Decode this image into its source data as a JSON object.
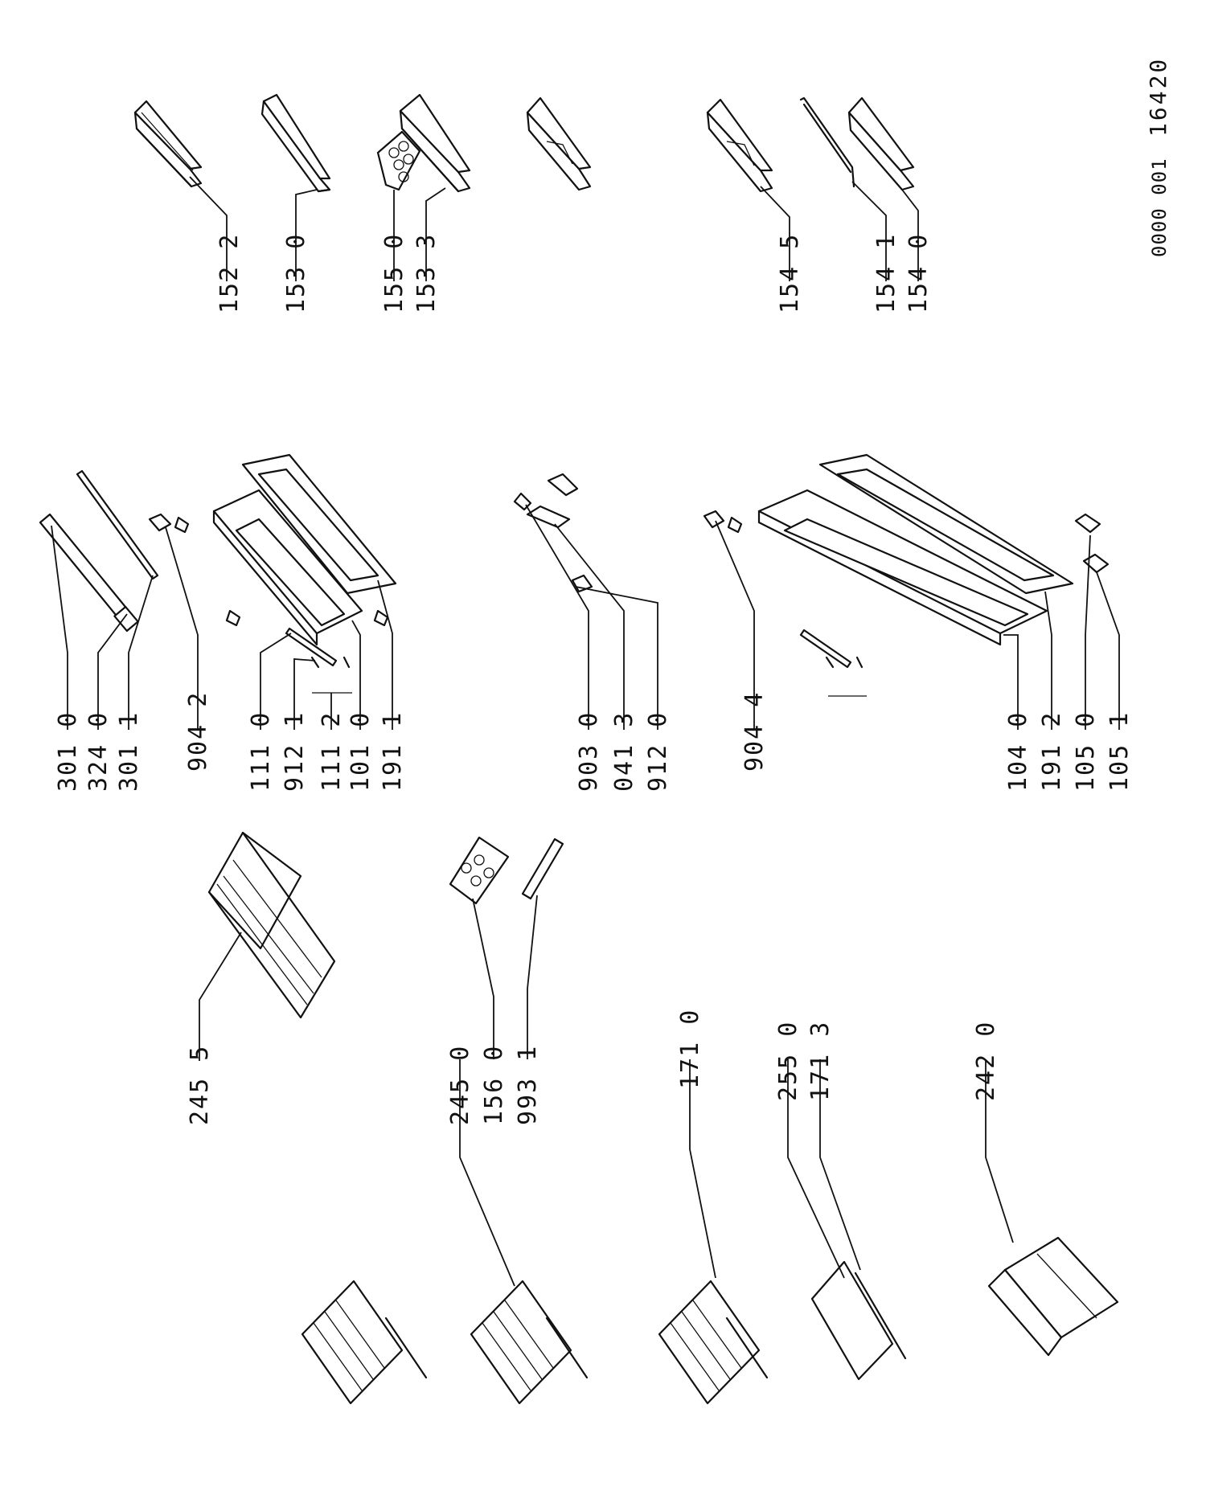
{
  "drawing_ref": {
    "prefix": "0000 001",
    "number": "16420"
  },
  "labels": [
    "152 2",
    "153 0",
    "155 0",
    "153 3",
    "154 5",
    "154 1",
    "154 0",
    "301 0",
    "324 0",
    "301 1",
    "904 2",
    "111 0",
    "912 1",
    "111 2",
    "101 0",
    "191 1",
    "903 0",
    "041 3",
    "912 0",
    "904 4",
    "104 0",
    "191 2",
    "105 0",
    "105 1",
    "245 5",
    "245 0",
    "156 0",
    "993 1",
    "171 0",
    "255 0",
    "171 3",
    "242 0"
  ]
}
